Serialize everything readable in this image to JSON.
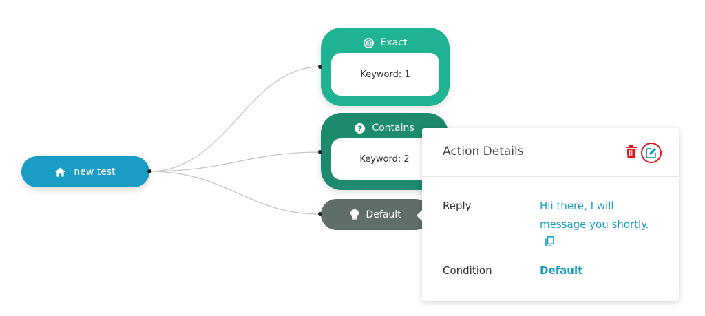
{
  "flow": {
    "root": {
      "label": "new test",
      "icon": "home-icon"
    },
    "branches": [
      {
        "title": "Exact",
        "icon": "target-icon",
        "detail": "Keyword: 1",
        "color": "#1fb393"
      },
      {
        "title": "Contains",
        "icon": "question-icon",
        "detail": "Keyword: 2",
        "color": "#1d8a6d"
      },
      {
        "title": "Default",
        "icon": "lightbulb-icon",
        "color": "#5f6e66"
      }
    ]
  },
  "action_details": {
    "title": "Action Details",
    "delete_icon": "trash-icon",
    "edit_icon": "edit-icon",
    "reply_label": "Reply",
    "reply_value": "Hii there, I will message you shortly.",
    "copy_icon": "copy-icon",
    "condition_label": "Condition",
    "condition_value": "Default"
  },
  "colors": {
    "primary": "#1b9cc4",
    "danger": "#e0121b"
  }
}
